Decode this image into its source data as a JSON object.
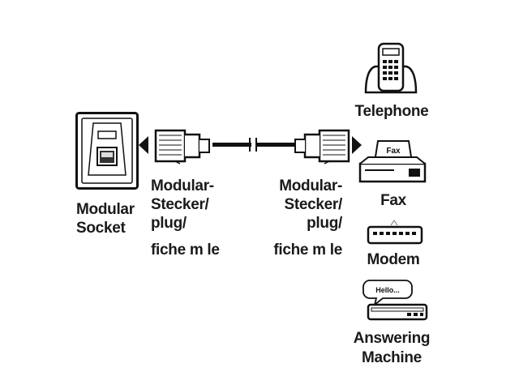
{
  "socket": {
    "label_line1": "Modular",
    "label_line2": "Socket"
  },
  "plug_left": {
    "line1": "Modular-",
    "line2": "Stecker/",
    "line3": "plug/",
    "line4": "fiche m le"
  },
  "plug_right": {
    "line1": "Modular-",
    "line2": "Stecker/",
    "line3": "plug/",
    "line4": "fiche m le"
  },
  "devices": {
    "telephone": "Telephone",
    "fax": "Fax",
    "fax_tag": "Fax",
    "modem": "Modem",
    "answering_line1": "Answering",
    "answering_line2": "Machine",
    "bubble": "Hello..."
  },
  "icons": {
    "socket": "wall-socket-icon",
    "plug_left": "modular-plug-icon",
    "plug_right": "modular-plug-icon",
    "telephone": "telephone-icon",
    "fax": "fax-machine-icon",
    "modem": "modem-icon",
    "answering": "answering-machine-icon"
  }
}
